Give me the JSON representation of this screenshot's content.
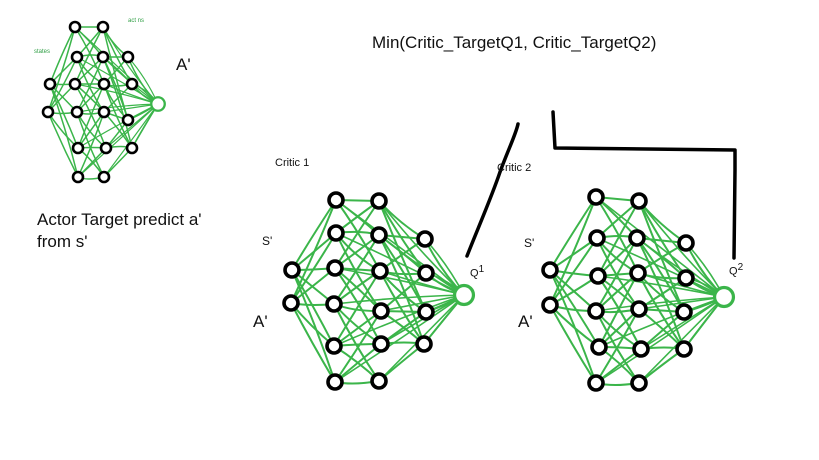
{
  "title": "Min(Critic_TargetQ1, Critic_TargetQ2)",
  "actor": {
    "caption_line1": "Actor Target predict a'",
    "caption_line2": "from s'",
    "output_label": "A'",
    "tiny_input_label": "states",
    "tiny_output_label": "act ns"
  },
  "critic1": {
    "label": "Critic 1",
    "state_label": "S'",
    "action_label": "A'",
    "output_label": "Q",
    "output_superscript": "1"
  },
  "critic2": {
    "label": "Critic 2",
    "state_label": "S'",
    "action_label": "A'",
    "output_label": "Q",
    "output_superscript": "2"
  },
  "colors": {
    "edges": "#3bb54a",
    "nodes": "#000000",
    "output_node": "#3bb54a",
    "bracket": "#000000"
  }
}
